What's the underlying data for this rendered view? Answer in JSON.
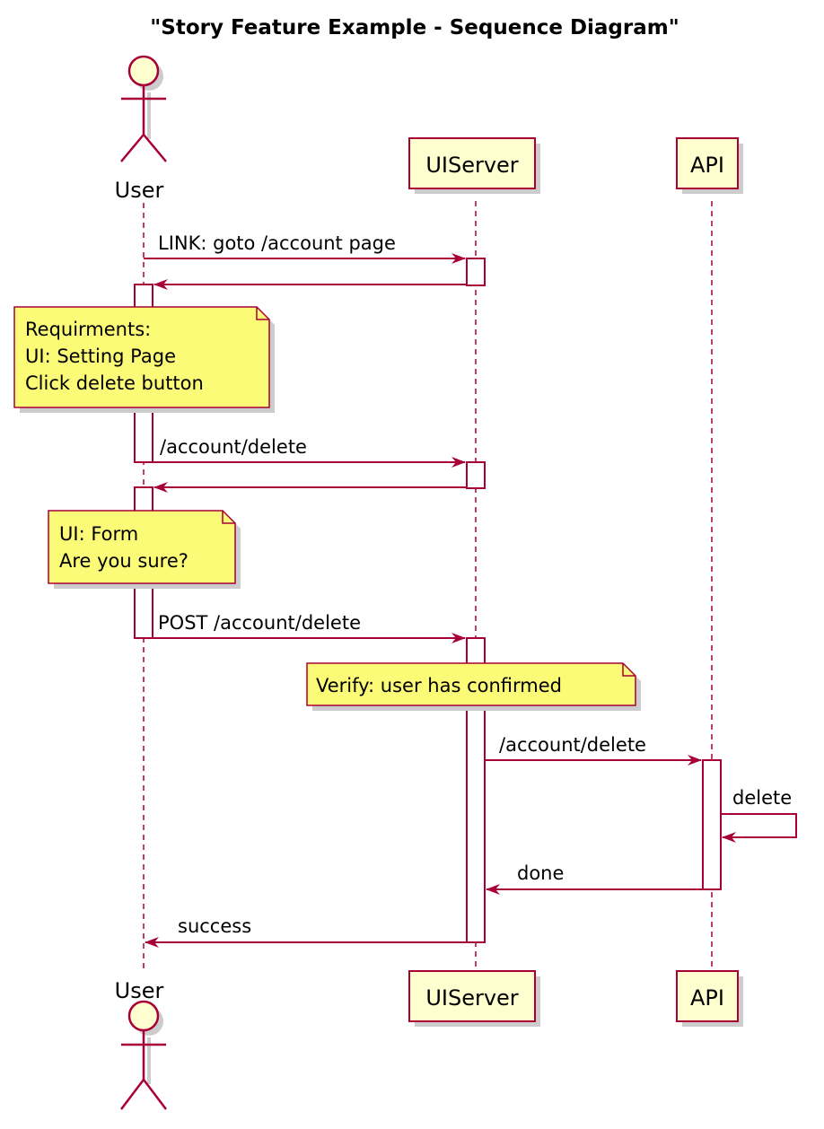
{
  "diagram": {
    "title": "\"Story Feature Example - Sequence Diagram\"",
    "participants": {
      "user": "User",
      "uiserver": "UIServer",
      "api": "API"
    },
    "messages": {
      "m1": "LINK: goto /account page",
      "m3": "/account/delete",
      "m5": "POST /account/delete",
      "m6": "/account/delete",
      "m7": "delete",
      "m8": "done",
      "m9": "success"
    },
    "notes": {
      "n1": [
        "Requirments:",
        "UI: Setting Page",
        "Click delete button"
      ],
      "n2": [
        "UI: Form",
        "Are you sure?"
      ],
      "n3": [
        "Verify: user has confirmed"
      ]
    },
    "colors": {
      "line": "#A80036",
      "participant_fill": "#FEFECE",
      "note_fill": "#FBFB77",
      "shadow": "#CCCCCC"
    }
  }
}
